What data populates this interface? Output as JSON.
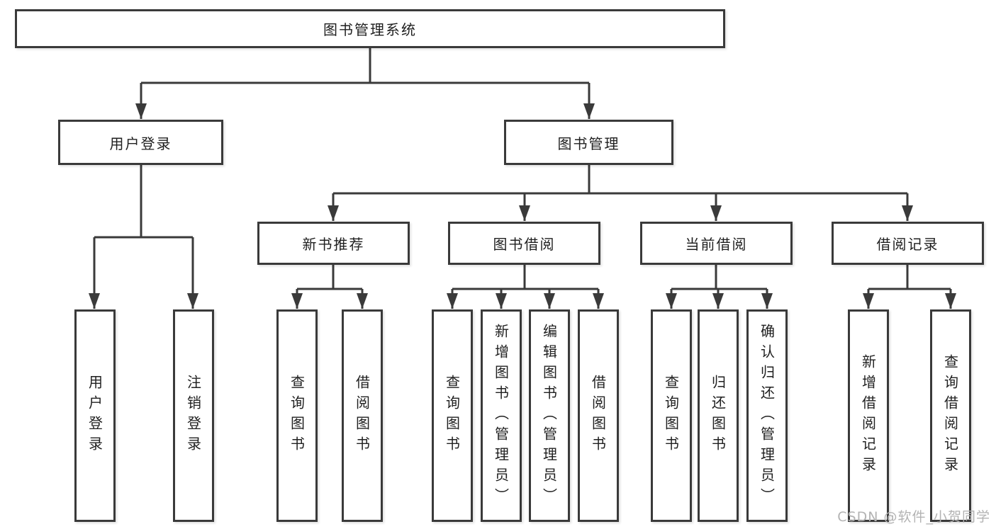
{
  "colors": {
    "line": "#3a3a3a",
    "text": "#1f1f1f",
    "background": "#ffffff",
    "watermark": "#b3b3b3"
  },
  "diagram": {
    "type": "hierarchy-tree",
    "root": {
      "label": "图书管理系统"
    },
    "level1": [
      {
        "label": "用户登录"
      },
      {
        "label": "图书管理"
      }
    ],
    "level2": [
      {
        "label": "新书推荐"
      },
      {
        "label": "图书借阅"
      },
      {
        "label": "当前借阅"
      },
      {
        "label": "借阅记录"
      }
    ],
    "leaves": {
      "user_login": [
        "用户登录",
        "注销登录"
      ],
      "new_book_recommend": [
        "查询图书",
        "借阅图书"
      ],
      "book_borrow": [
        "查询图书",
        "新增图书（管理员）",
        "编辑图书（管理员）",
        "借阅图书"
      ],
      "current_borrow": [
        "查询图书",
        "归还图书",
        "确认归还（管理员）"
      ],
      "borrow_records": [
        "新增借阅记录",
        "查询借阅记录"
      ]
    }
  },
  "watermark": {
    "text": "CSDN @软件_小贺同学"
  }
}
